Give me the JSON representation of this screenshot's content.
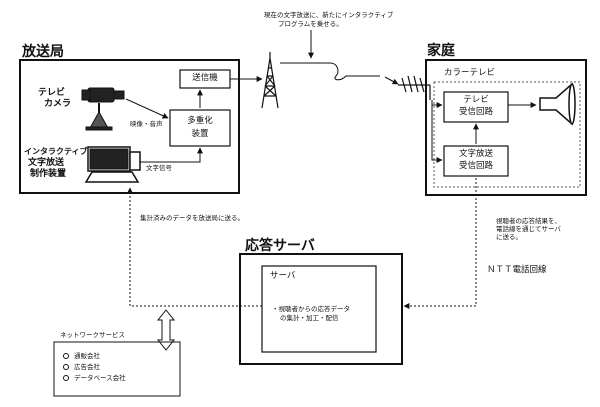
{
  "top_note": {
    "line1": "現在の文字放送に、新たにインタラクティブ",
    "line2": "プログラムを乗せる。"
  },
  "broadcaster": {
    "title": "放送局",
    "tv_camera": {
      "line1": "テレビ",
      "line2": "カメラ"
    },
    "interactive_device": {
      "line1": "インタラクティブ",
      "line2": "文字放送",
      "line3": "制作装置"
    },
    "transmitter": "送信機",
    "multiplexer": {
      "line1": "多重化",
      "line2": "装置"
    },
    "video_audio": "映像・音声",
    "text_signal": "文字信号"
  },
  "home": {
    "title": "家庭",
    "color_tv": "カラーテレビ",
    "tv_receiver": {
      "line1": "テレビ",
      "line2": "受信回路"
    },
    "text_receiver": {
      "line1": "文字放送",
      "line2": "受信回路"
    }
  },
  "notes": {
    "aggregated_sent": "集計済みのデータを放送局に送る。",
    "viewer_response": {
      "line1": "視聴者の応答結果を、",
      "line2": "電話線を通じてサーバ",
      "line3": "に送る。"
    },
    "ntt_line": "ＮＴＴ電話回線"
  },
  "server": {
    "title": "応答サーバ",
    "inner_title": "サーバ",
    "description": {
      "line1": "・視聴者からの応答データ",
      "line2": "の集計・加工・配信"
    }
  },
  "network": {
    "title": "ネットワークサービス",
    "items": [
      "通販会社",
      "広告会社",
      "データベース会社"
    ]
  }
}
